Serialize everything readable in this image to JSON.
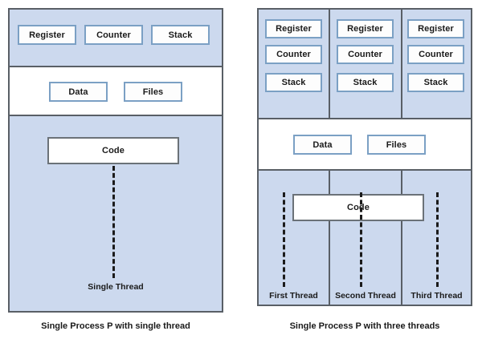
{
  "diagram": {
    "title_hidden": "",
    "colors": {
      "panel_fill_blue": "#ccd9ee",
      "panel_fill_white": "#ffffff",
      "panel_border": "#595f66",
      "box_border": "#7ba0c4",
      "code_box_border": "#6b7278",
      "thread_line": "#1b1b1b"
    },
    "left": {
      "caption": "Single Process P with single thread",
      "registers_band": {
        "boxes": [
          {
            "label": "Register"
          },
          {
            "label": "Counter"
          },
          {
            "label": "Stack"
          }
        ]
      },
      "data_band": {
        "boxes": [
          {
            "label": "Data"
          },
          {
            "label": "Files"
          }
        ]
      },
      "code_band": {
        "code_label": "Code",
        "threads": [
          {
            "label": "Single Thread"
          }
        ]
      }
    },
    "right": {
      "caption": "Single Process P with three threads",
      "registers_band": {
        "columns": [
          {
            "boxes": [
              {
                "label": "Register"
              },
              {
                "label": "Counter"
              },
              {
                "label": "Stack"
              }
            ]
          },
          {
            "boxes": [
              {
                "label": "Register"
              },
              {
                "label": "Counter"
              },
              {
                "label": "Stack"
              }
            ]
          },
          {
            "boxes": [
              {
                "label": "Register"
              },
              {
                "label": "Counter"
              },
              {
                "label": "Stack"
              }
            ]
          }
        ]
      },
      "data_band": {
        "boxes": [
          {
            "label": "Data"
          },
          {
            "label": "Files"
          }
        ]
      },
      "code_band": {
        "code_label": "Code",
        "threads": [
          {
            "label": "First Thread"
          },
          {
            "label": "Second Thread"
          },
          {
            "label": "Third Thread"
          }
        ]
      }
    }
  }
}
